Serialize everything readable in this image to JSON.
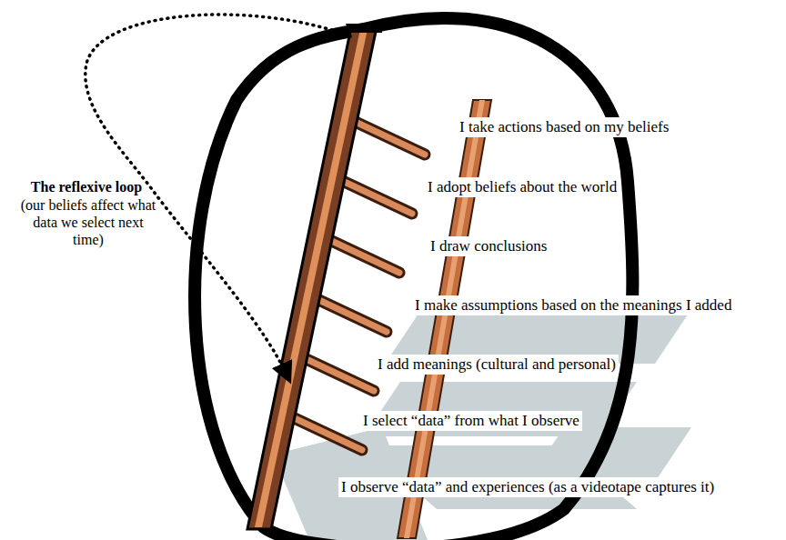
{
  "diagram": {
    "labels": [
      "The reflexive loop",
      "(our beliefs affect what data we select next time)",
      "I take actions based on my beliefs",
      "I adopt beliefs about the world",
      "I draw conclusions",
      "I make assumptions based on the meanings I added",
      "I add meanings (cultural and personal)",
      "I select “data” from what I observe",
      "I observe “data” and experiences (as a videotape captures it)"
    ]
  }
}
